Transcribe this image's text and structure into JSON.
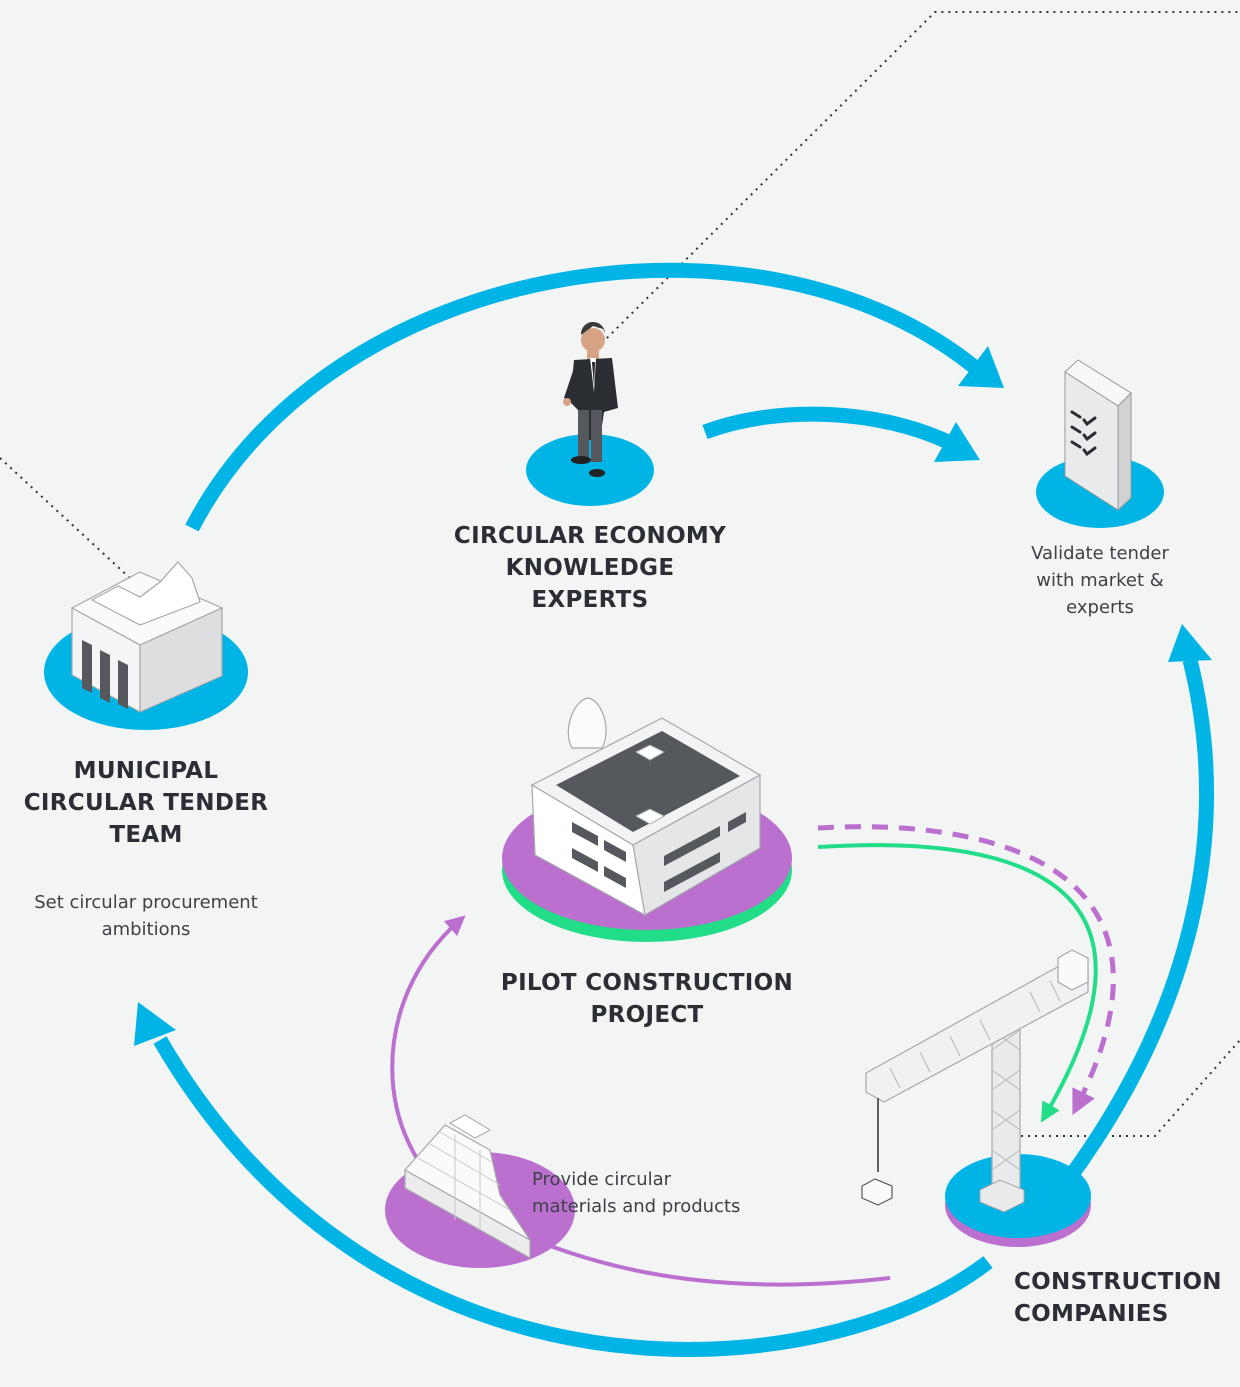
{
  "colors": {
    "background": "#f3f4f4",
    "blue": "#00b4e6",
    "purple": "#bb6fcf",
    "green": "#22dd88",
    "text": "#2b2f35"
  },
  "nodes": {
    "experts": {
      "title_lines": [
        "CIRCULAR ECONOMY",
        "KNOWLEDGE",
        "EXPERTS"
      ],
      "icon": "person-icon"
    },
    "validate": {
      "desc_lines": [
        "Validate tender",
        "with market &",
        "experts"
      ],
      "icon": "checklist-document-icon"
    },
    "municipal": {
      "title_lines": [
        "MUNICIPAL",
        "CIRCULAR TENDER",
        "TEAM"
      ],
      "desc_lines": [
        "Set circular procurement",
        "ambitions"
      ],
      "icon": "town-hall-icon"
    },
    "pilot": {
      "title_lines": [
        "PILOT CONSTRUCTION",
        "PROJECT"
      ],
      "icon": "building-icon"
    },
    "materials": {
      "desc_lines": [
        "Provide circular",
        "materials and products"
      ],
      "icon": "bricks-icon"
    },
    "construction": {
      "title_lines": [
        "CONSTRUCTION",
        "COMPANIES"
      ],
      "icon": "crane-icon"
    }
  }
}
